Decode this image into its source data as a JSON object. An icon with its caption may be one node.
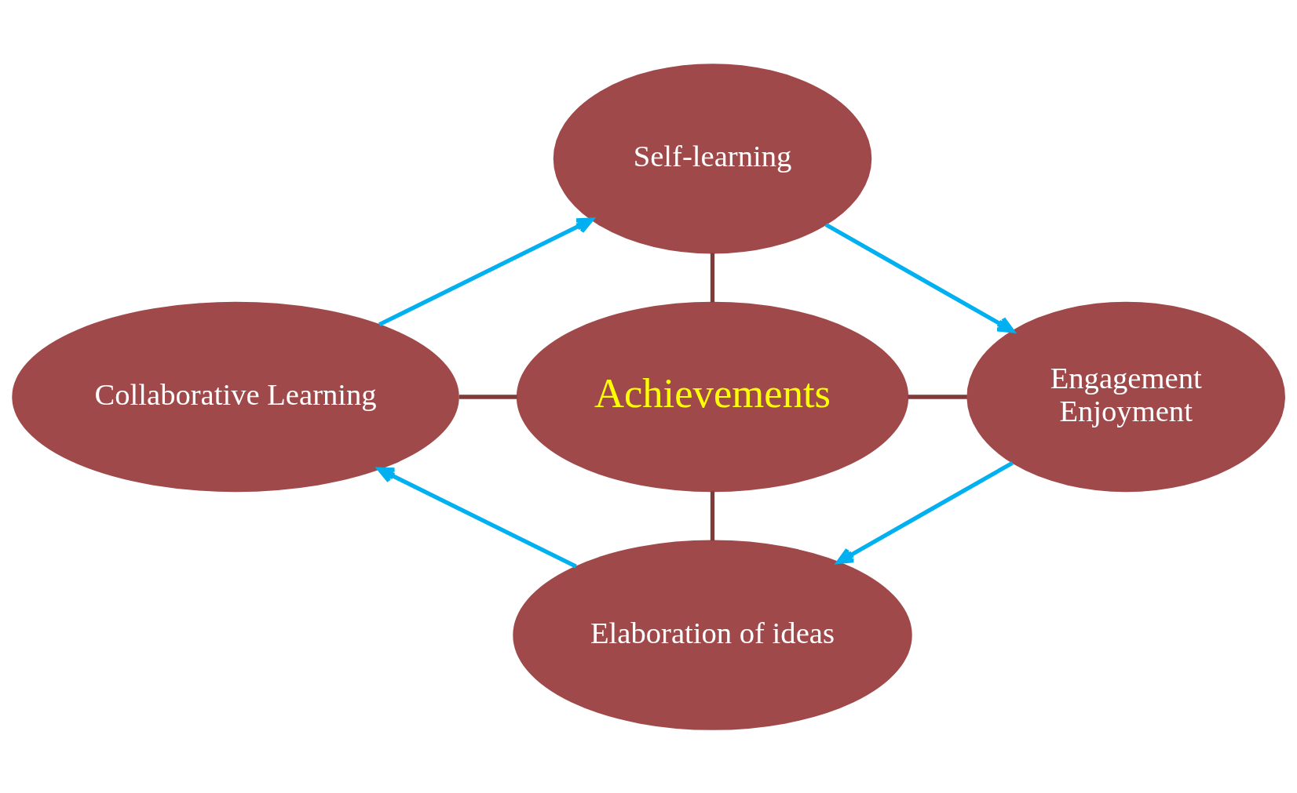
{
  "diagram": {
    "nodes": [
      {
        "text": [
          "Self-learning"
        ]
      },
      {
        "text": [
          "Collaborative Learning"
        ]
      },
      {
        "text": [
          "Achievements"
        ]
      },
      {
        "text": [
          "Engagement",
          "Enjoyment"
        ]
      },
      {
        "text": [
          "Elaboration of ideas"
        ]
      }
    ],
    "edges": [
      {
        "from": 1,
        "to": 0,
        "arrow": "to",
        "color": "#00b0f0"
      },
      {
        "from": 0,
        "to": 3,
        "arrow": "to",
        "color": "#00b0f0"
      },
      {
        "from": 3,
        "to": 4,
        "arrow": "to",
        "color": "#00b0f0"
      },
      {
        "from": 4,
        "to": 1,
        "arrow": "to",
        "color": "#00b0f0"
      },
      {
        "from": 0,
        "to": 2,
        "arrow": "none",
        "color": "#7f3a3a"
      },
      {
        "from": 1,
        "to": 2,
        "arrow": "none",
        "color": "#7f3a3a"
      },
      {
        "from": 2,
        "to": 3,
        "arrow": "none",
        "color": "#7f3a3a"
      },
      {
        "from": 2,
        "to": 4,
        "arrow": "none",
        "color": "#7f3a3a"
      }
    ]
  }
}
